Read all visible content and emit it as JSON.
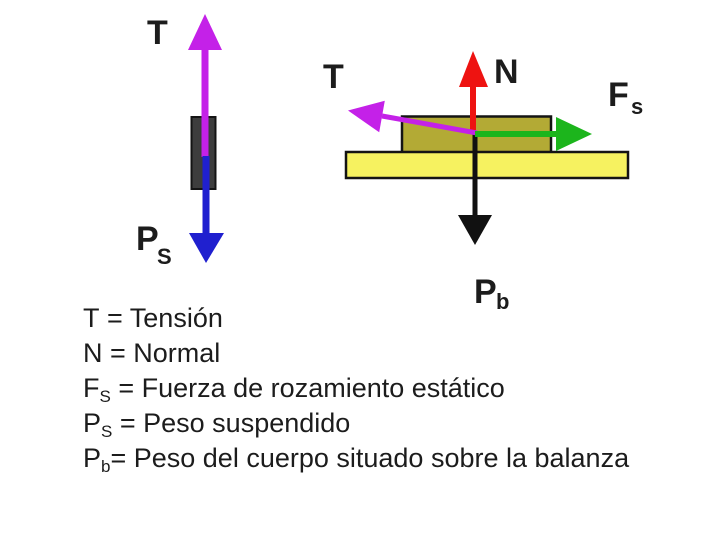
{
  "colors": {
    "magenta": "#c421e8",
    "blue": "#2020cf",
    "red": "#ee1311",
    "green": "#1cb51c",
    "arrow_black": "#111111",
    "block_gray": "#3d3d3d",
    "block_olive": "#b3aa35",
    "platform_yellow": "#f6f260",
    "label_black": "#1c1c1c"
  },
  "left_diagram": {
    "tension_label": "T",
    "weight_label": "P",
    "weight_sub": "S"
  },
  "right_diagram": {
    "tension_label": "T",
    "normal_label": "N",
    "friction_label": "F",
    "friction_sub": "s",
    "weight_label": "P",
    "weight_sub": "b"
  },
  "legend": {
    "items": [
      {
        "sym": "T",
        "sub": "",
        "rest": " = Tensión"
      },
      {
        "sym": "N",
        "sub": "",
        "rest": " = Normal"
      },
      {
        "sym": "F",
        "sub": "S",
        "rest": " = Fuerza de rozamiento estático"
      },
      {
        "sym": "P",
        "sub": "S",
        "rest": " = Peso suspendido"
      },
      {
        "sym": "P",
        "sub": "b",
        "rest": "= Peso del cuerpo situado sobre la balanza"
      }
    ]
  }
}
